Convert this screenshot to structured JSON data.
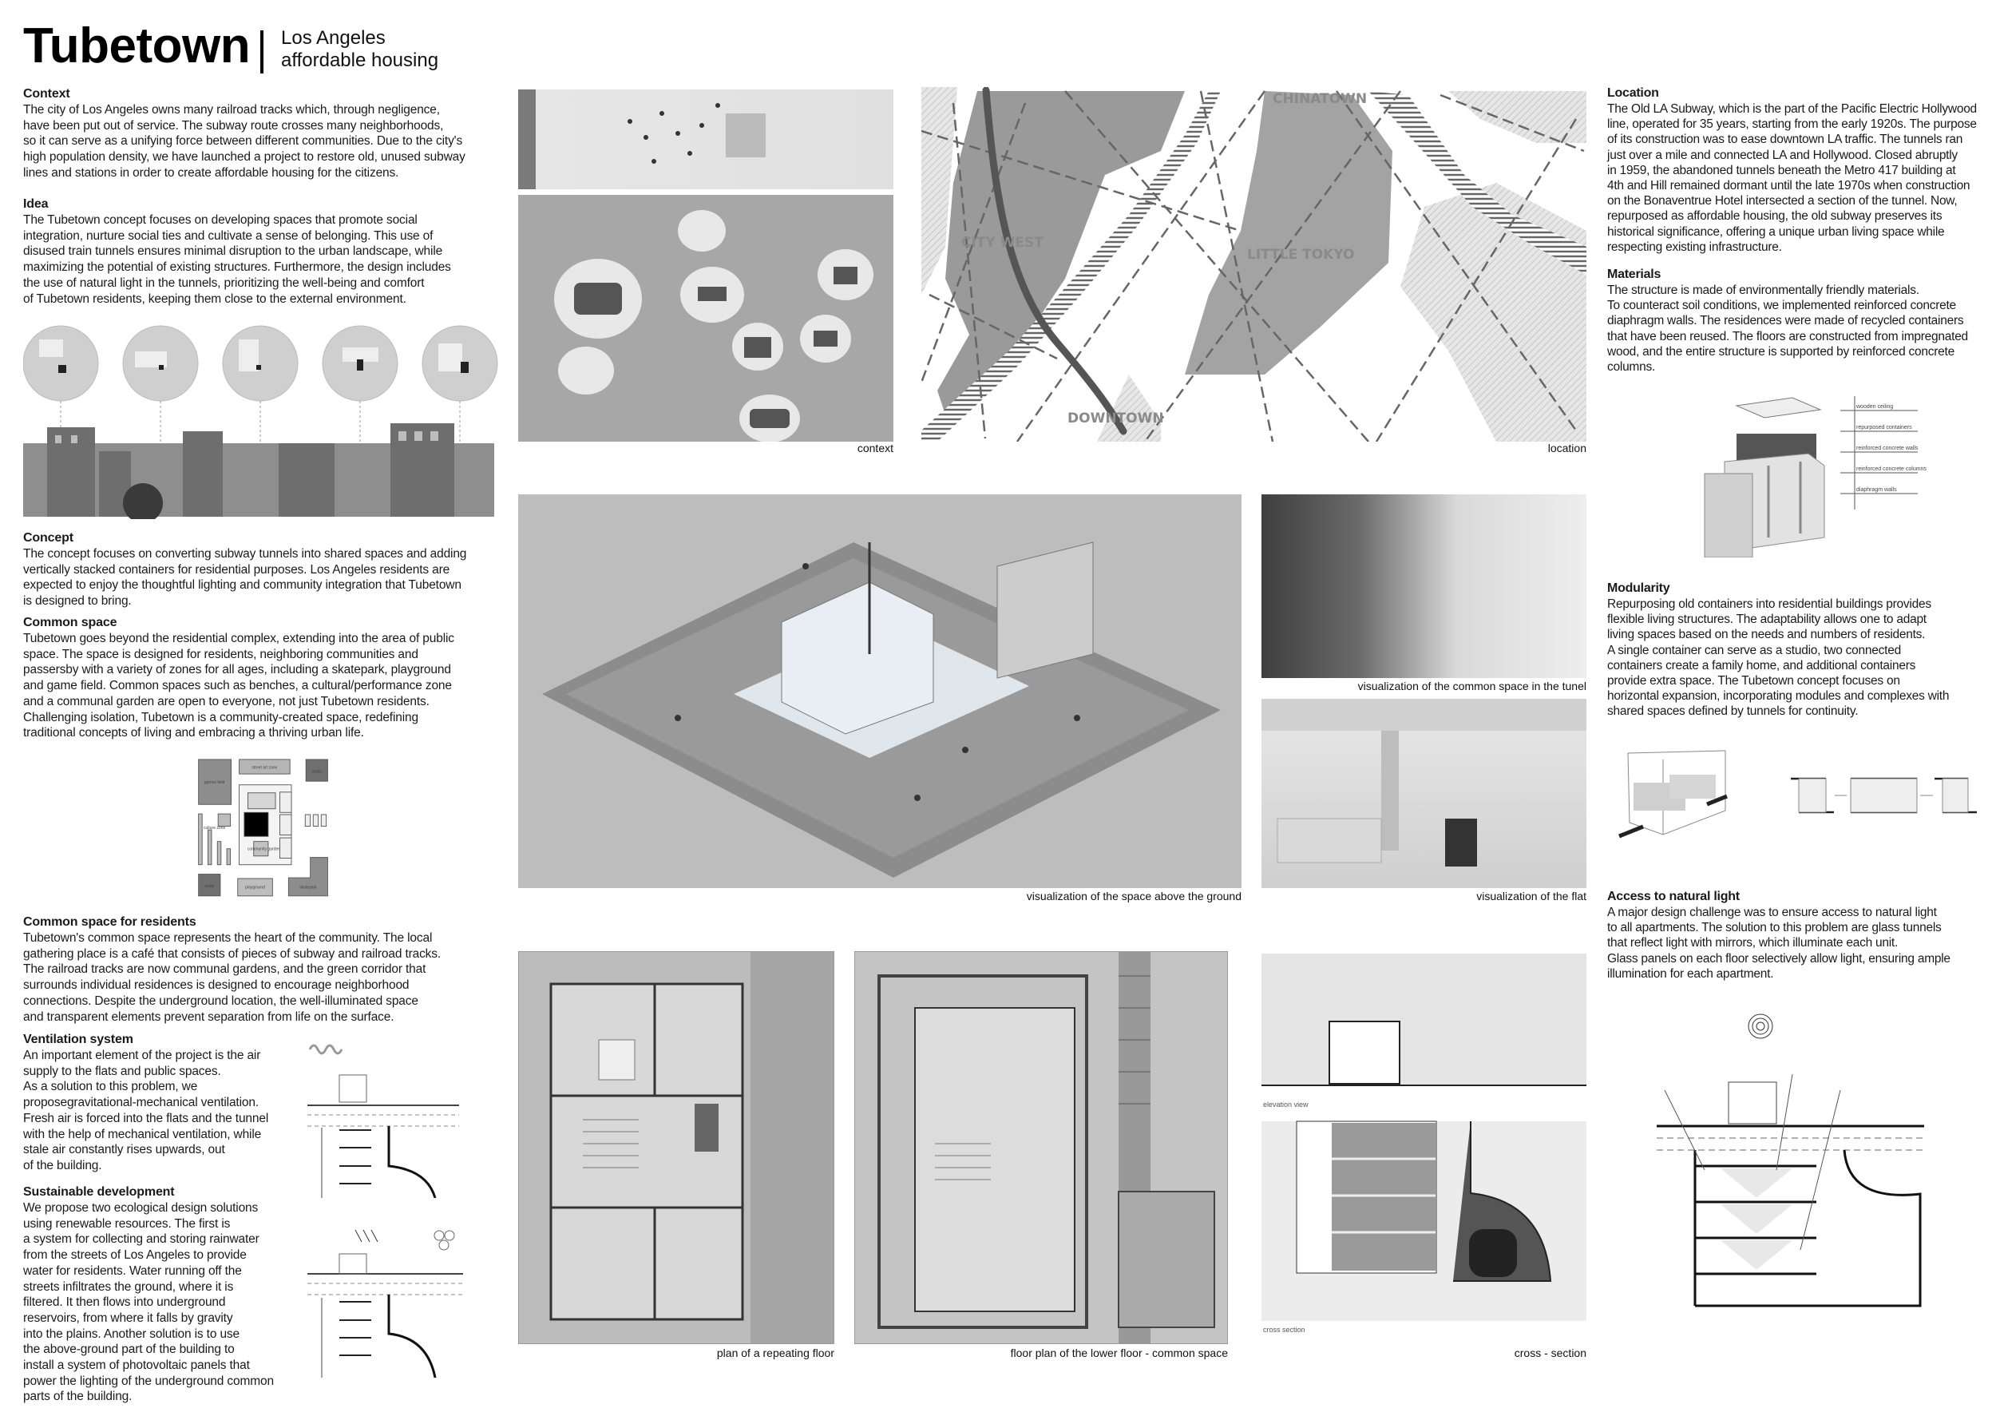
{
  "header": {
    "title": "Tubetown",
    "subtitle": "Los Angeles\naffordable housing"
  },
  "sections": {
    "context": {
      "heading": "Context",
      "body": "The city of Los Angeles owns many railroad tracks which, through negligence,\nhave been put out of service. The subway route crosses many neighborhoods,\nso it can serve as a unifying force between different communities. Due to the city's\nhigh population density, we have launched a project to restore old, unused subway\nlines and stations in order to create affordable housing for the citizens."
    },
    "idea": {
      "heading": "Idea",
      "body": "The Tubetown concept focuses on developing spaces that promote social\nintegration, nurture social ties and cultivate a sense of belonging. This use of\ndisused train tunnels ensures minimal disruption to the urban landscape, while\nmaximizing the potential of existing structures. Furthermore, the design includes\nthe use of natural light in the tunnels, prioritizing the well-being and comfort\nof Tubetown residents, keeping them close to the external environment."
    },
    "concept": {
      "heading": "Concept",
      "body": "The concept focuses on converting subway tunnels into shared spaces and adding\nvertically stacked containers for residential purposes. Los Angeles residents are\nexpected to enjoy the thoughtful lighting and community integration that Tubetown\nis designed to bring."
    },
    "common_space": {
      "heading": "Common space",
      "body": "Tubetown goes beyond the residential complex, extending into the area of public\nspace. The space is designed for residents, neighboring communities and\npassersby with a variety of zones for all ages, including a skatepark, playground\nand game field. Common spaces such as benches, a cultural/performance zone\nand a communal garden are open to everyone, not just Tubetown residents.\nChallenging isolation, Tubetown is a community-created space, redefining\ntraditional concepts of living and embracing a thriving urban life."
    },
    "common_space_residents": {
      "heading": "Common space for residents",
      "body": "Tubetown's common space represents the heart of the community. The local\ngathering place is a café that consists of pieces of subway and railroad tracks.\nThe railroad tracks are now communal gardens, and the green corridor that\nsurrounds individual residences is designed to encourage neighborhood\nconnections. Despite the underground location, the well-illuminated space\nand transparent elements prevent separation from life on the surface."
    },
    "ventilation": {
      "heading": "Ventilation system",
      "body": "An important element of the project is the air\nsupply to the flats and public spaces.\nAs a solution to this problem, we\nproposegravitational-mechanical ventilation.\nFresh air is forced into the flats and the tunnel\nwith the help of mechanical ventilation, while\nstale air constantly rises upwards, out\nof the building."
    },
    "sustainable": {
      "heading": "Sustainable development",
      "body": "We propose two ecological design solutions\nusing renewable resources. The first is\na system for collecting and storing rainwater\nfrom the streets of Los Angeles to provide\nwater for residents. Water running off the\nstreets infiltrates the ground, where it is\nfiltered. It then flows into underground\nreservoirs, from where it falls by gravity\ninto the plains. Another solution is to use\nthe above-ground part of the building to\ninstall a system of photovoltaic panels that\npower the lighting of the underground common\nparts of the building."
    },
    "location": {
      "heading": "Location",
      "body": "The Old LA Subway, which is the part of the Pacific Electric Hollywood\nline, operated for 35 years, starting from the early 1920s. The purpose\nof its construction was to ease downtown LA traffic. The tunnels ran\njust over a mile and connected LA and Hollywood. Closed abruptly\nin 1959, the abandoned tunnels beneath the Metro 417 building at\n4th and Hill remained dormant until the late 1970s when construction\non the Bonaventrue Hotel intersected a section of the tunnel. Now,\nrepurposed as affordable housing, the old subway preserves its\nhistorical significance, offering a unique urban living space while\nrespecting existing infrastructure."
    },
    "materials": {
      "heading": "Materials",
      "body": "The structure is made of environmentally friendly materials.\nTo counteract soil conditions, we implemented reinforced concrete\ndiaphragm walls. The residences were made of recycled containers\nthat have been reused. The floors are constructed from impregnated\nwood, and the entire structure is supported by reinforced concrete\ncolumns."
    },
    "modularity": {
      "heading": "Modularity",
      "body": "Repurposing old containers into residential buildings provides\nflexible living structures. The adaptability allows one to adapt\nliving spaces based on the needs and numbers of residents.\nA single container can serve as a studio, two connected\ncontainers create a family home, and additional containers\nprovide extra space. The Tubetown concept focuses on\nhorizontal expansion, incorporating modules and complexes with\nshared spaces defined by tunnels for continuity."
    },
    "natural_light": {
      "heading": "Access to natural light",
      "body": "A major design challenge was to ensure access to natural light\nto all apartments. The solution to this problem are glass tunnels\nthat reflect light with mirrors, which illuminate each unit.\nGlass panels on each floor selectively allow light, ensuring ample\nillumination for each apartment."
    }
  },
  "captions": {
    "context": "context",
    "location": "location",
    "above_ground": "visualization of the space above the ground",
    "tunnel": "visualization of the common space in the tunel",
    "flat": "visualization of the flat",
    "repeating_floor": "plan of a repeating floor",
    "lower_floor": "floor plan of the lower floor - common space",
    "cross_section": "cross - section",
    "elevation_view": "elevation view",
    "cross_section_small": "cross section"
  },
  "map_labels": {
    "city_west": "CITY WEST",
    "little_tokyo": "LITTLE TOKYO",
    "chinatown": "CHINATOWN",
    "downtown": "DOWNTOWN"
  },
  "zones": {
    "games_field": "games field",
    "street_art": "street art zone",
    "seats_top": "seats",
    "culture": "culture zone",
    "garden": "community garden",
    "seats_bottom": "seats",
    "playground": "playground",
    "skatepark": "skatepark"
  },
  "materials_labels": [
    "wooden ceiling",
    "repurposed containers",
    "reinforced\nconcrete walls",
    "reinforced\nconcrete columns",
    "diaphragm walls"
  ],
  "colors": {
    "ink": "#1a1a1a",
    "panel": "#a9a9a9",
    "paper": "#ffffff"
  }
}
